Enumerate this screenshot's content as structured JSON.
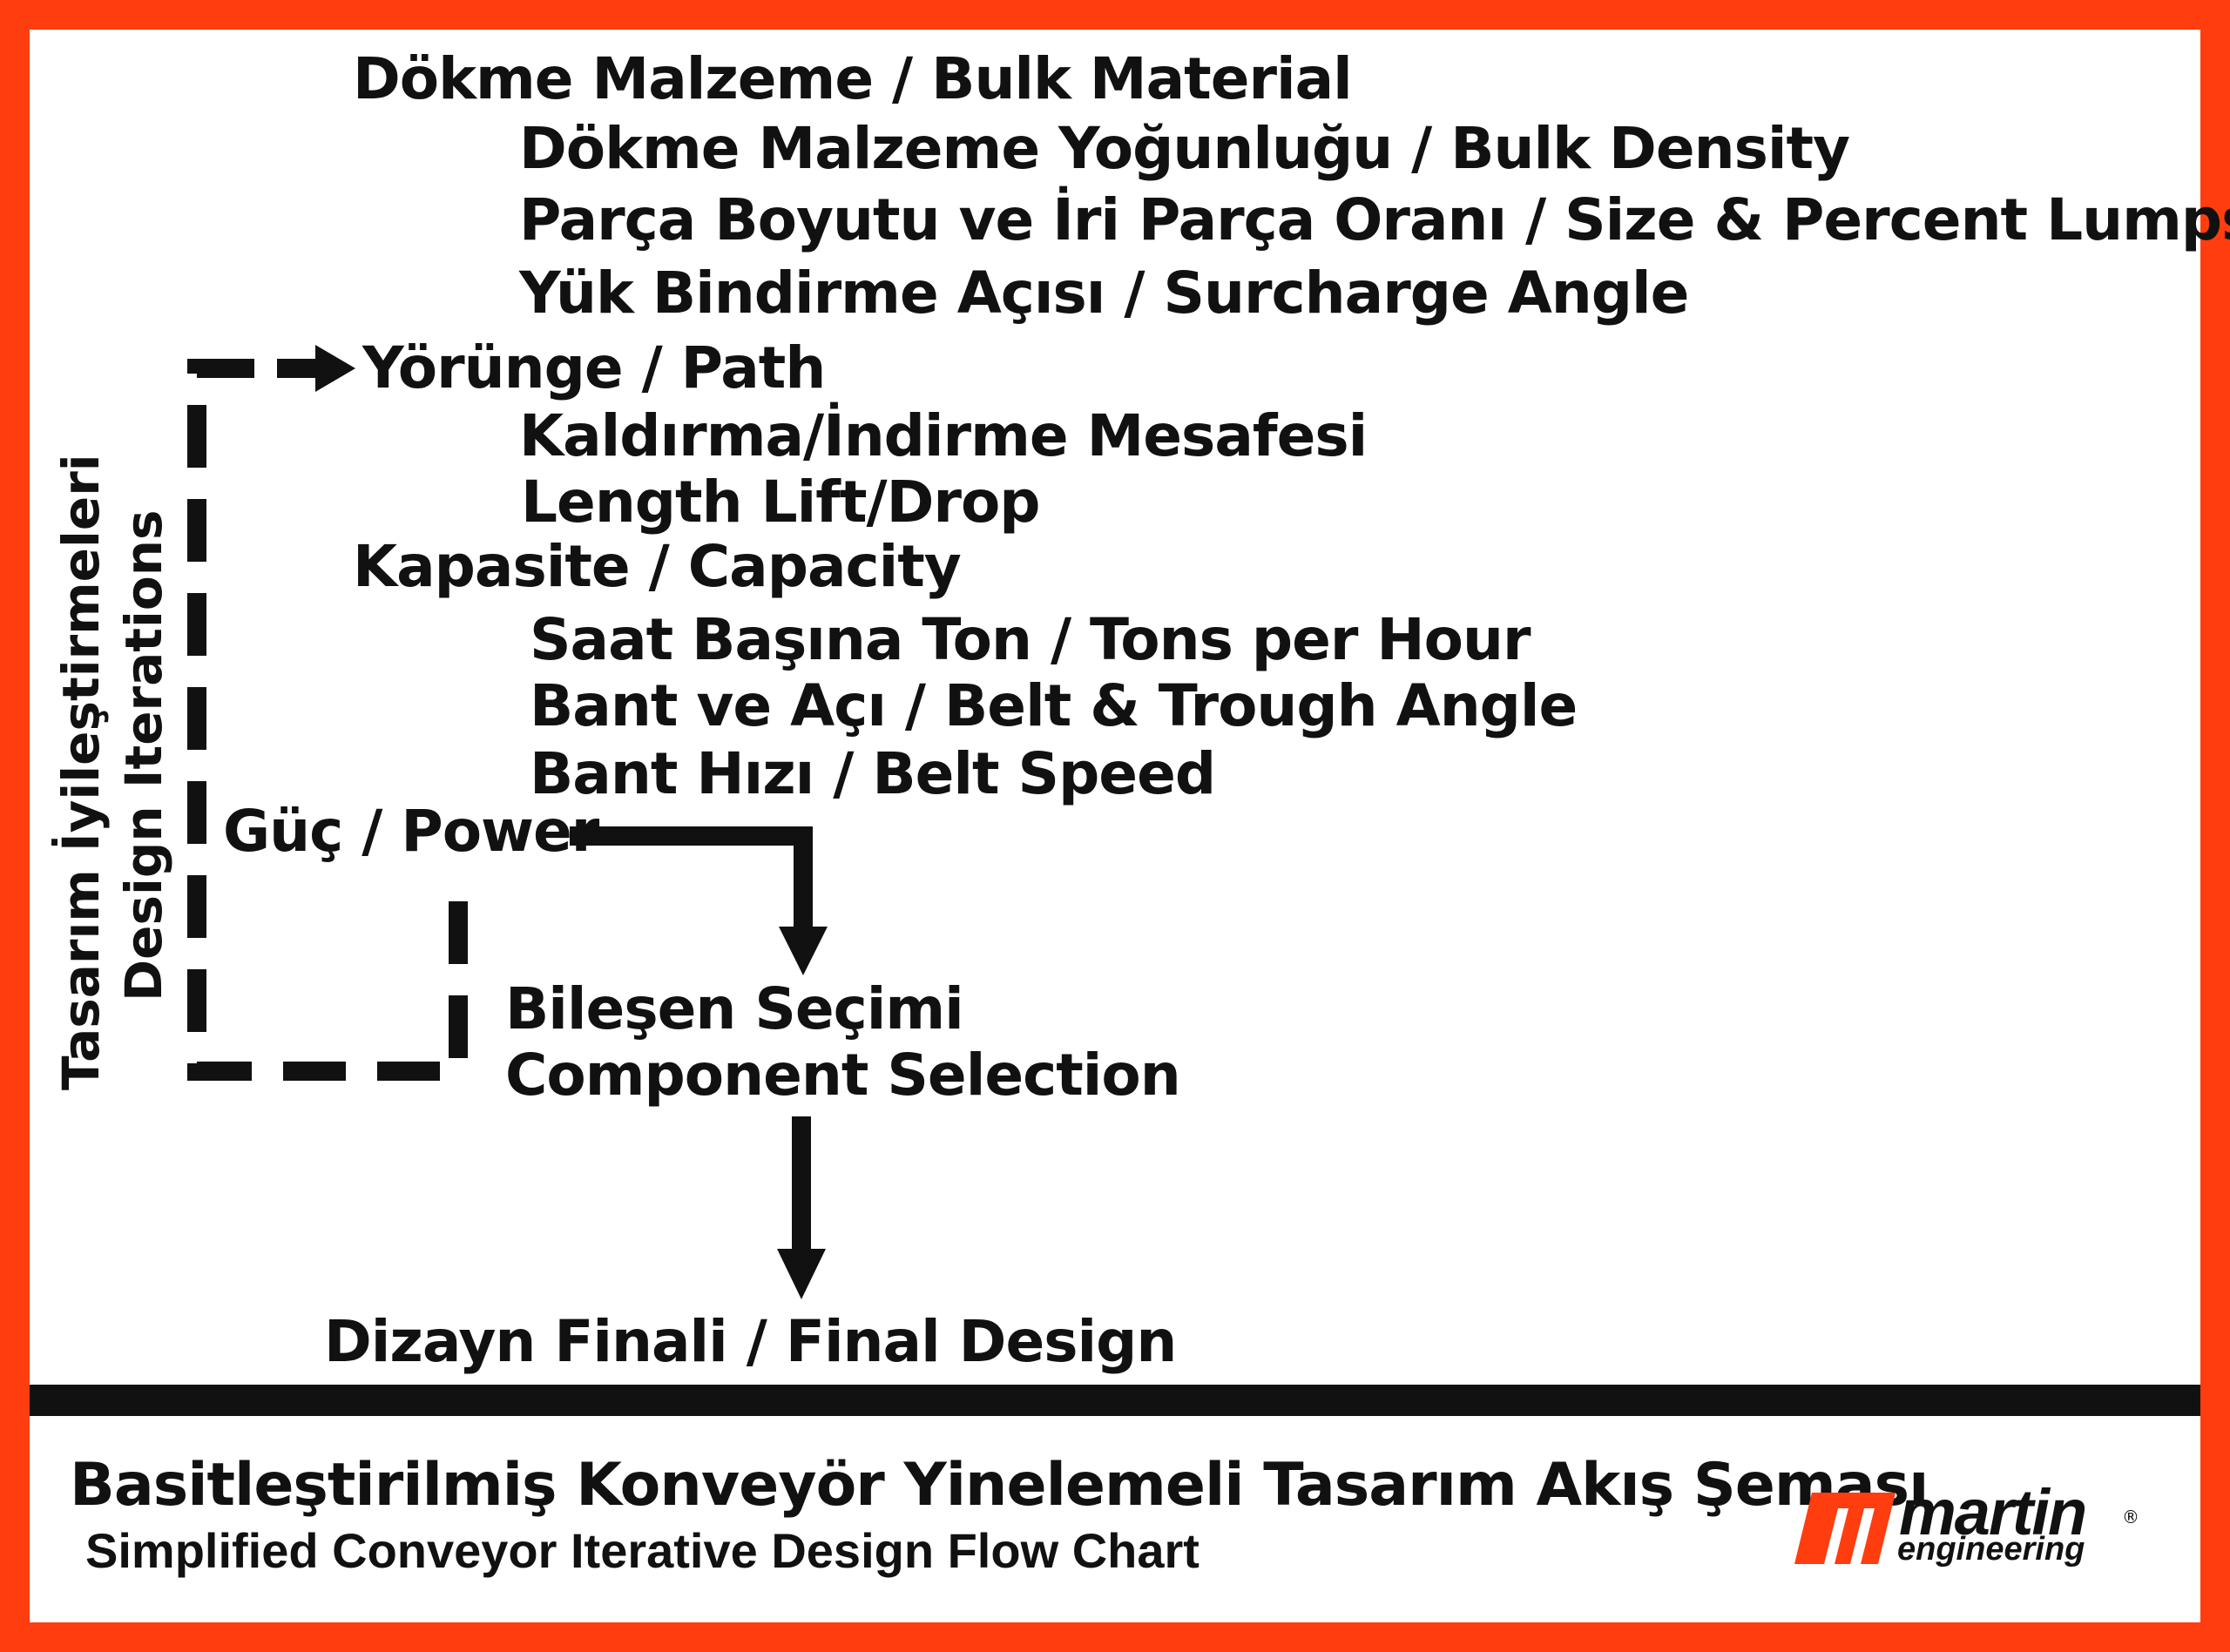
{
  "colors": {
    "border": "#ff3d0f",
    "ink": "#111111",
    "logo_red": "#ff3d0f"
  },
  "flow": {
    "bulk_material": "Dökme Malzeme / Bulk Material",
    "bulk_density": "Dökme Malzeme Yoğunluğu / Bulk Density",
    "size_percent_lumps": "Parça Boyutu ve İri Parça Oranı  /  Size & Percent Lumps",
    "surcharge_angle": "Yük Bindirme Açısı  /  Surcharge Angle",
    "path": "Yörünge / Path",
    "lift_drop_tr": "Kaldırma/İndirme Mesafesi",
    "lift_drop_en": "Length Lift/Drop",
    "capacity": "Kapasite /  Capacity",
    "tons_per_hour": "Saat Başına Ton / Tons per Hour",
    "belt_trough": "Bant ve Açı / Belt & Trough Angle",
    "belt_speed": "Bant Hızı / Belt Speed",
    "power": "Güç / Power",
    "component_tr": "Bileşen Seçimi",
    "component_en": "Component Selection",
    "final_design": "Dizayn Finali / Final Design"
  },
  "side_label": {
    "tr": "Tasarım İyileştirmeleri",
    "en": "Design Iterations"
  },
  "footer": {
    "title_tr": "Basitleştirilmiş Konveyör Yinelemeli Tasarım Akış Şeması",
    "title_en": "Simplified Conveyor Iterative Design Flow Chart"
  },
  "logo": {
    "word": "martin",
    "sub": "engineering",
    "reg": "®"
  }
}
